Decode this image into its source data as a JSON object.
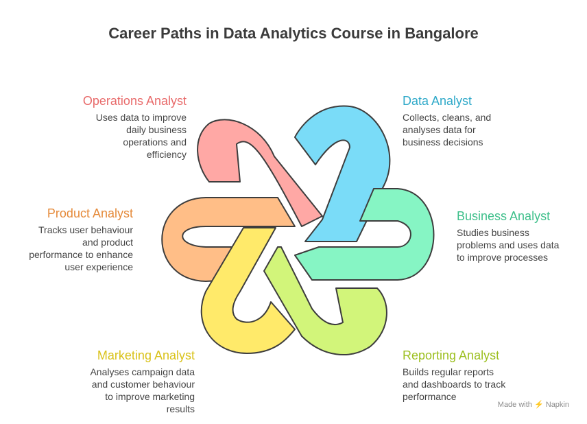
{
  "title": "Career Paths in Data Analytics Course in Bangalore",
  "items": [
    {
      "heading": "Operations Analyst",
      "desc": [
        "Uses data to improve",
        "daily business",
        "operations and",
        "efficiency"
      ],
      "color": "#E86A6A"
    },
    {
      "heading": "Data Analyst",
      "desc": [
        "Collects, cleans, and",
        "analyses data for",
        "business decisions"
      ],
      "color": "#2FA9C9"
    },
    {
      "heading": "Product Analyst",
      "desc": [
        "Tracks user behaviour",
        "and product",
        "performance to enhance",
        "user experience"
      ],
      "color": "#E58A3A"
    },
    {
      "heading": "Business Analyst",
      "desc": [
        "Studies business",
        "problems and uses data",
        "to improve processes"
      ],
      "color": "#3DBF8A"
    },
    {
      "heading": "Marketing Analyst",
      "desc": [
        "Analyses campaign data",
        "and customer behaviour",
        "to improve marketing",
        "results"
      ],
      "color": "#D9C21A"
    },
    {
      "heading": "Reporting Analyst",
      "desc": [
        "Builds regular reports",
        "and dashboards to track",
        "performance"
      ],
      "color": "#9CBF1F"
    }
  ],
  "fills": {
    "pink": "#FFA8A5",
    "blue": "#7ADCF8",
    "orange": "#FFBE87",
    "mint": "#86F5C4",
    "yellow": "#FFEA6A",
    "lime": "#D2F57A",
    "stroke": "#3d3d3d"
  },
  "footer": {
    "made_with": "Made with",
    "brand": "Napkin",
    "icon": "bolt-icon"
  }
}
